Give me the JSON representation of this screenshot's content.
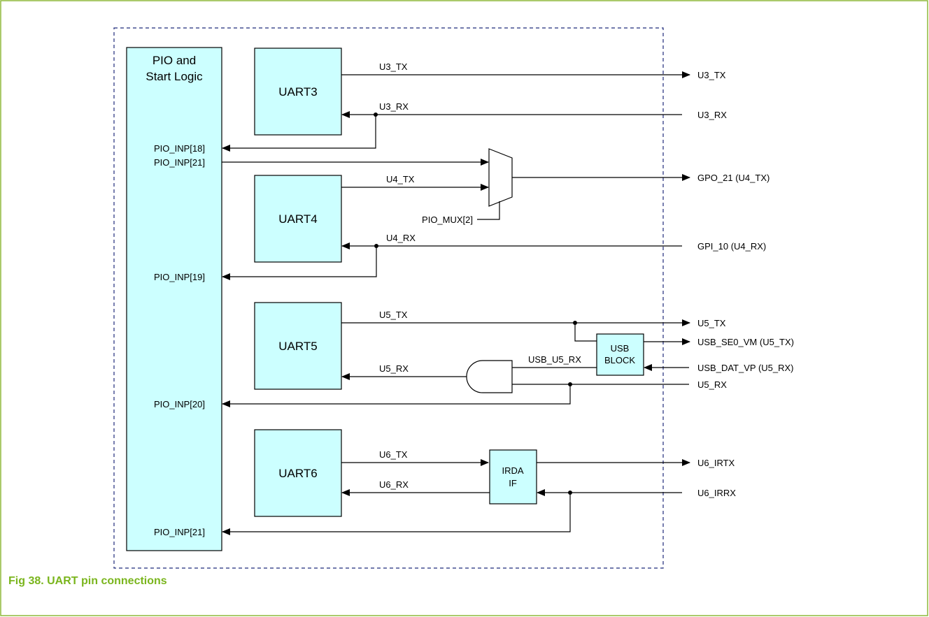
{
  "colors": {
    "frame": "#8db93a",
    "block_fill": "#ccffff",
    "dashed_border": "#1f2a7a",
    "caption": "#7ab51d"
  },
  "caption": "Fig 38.  UART pin connections",
  "blocks": {
    "pio_line1": "PIO and",
    "pio_line2": "Start Logic",
    "uart3": "UART3",
    "uart4": "UART4",
    "uart5": "UART5",
    "uart6": "UART6",
    "usb_line1": "USB",
    "usb_line2": "BLOCK",
    "irda_line1": "IRDA",
    "irda_line2": "IF"
  },
  "pio_inputs": {
    "inp18": "PIO_INP[18]",
    "inp21_top": "PIO_INP[21]",
    "inp19": "PIO_INP[19]",
    "inp20": "PIO_INP[20]",
    "inp21_bottom": "PIO_INP[21]"
  },
  "signals": {
    "u3_tx": "U3_TX",
    "u3_rx": "U3_RX",
    "u4_tx": "U4_TX",
    "pio_mux": "PIO_MUX[2]",
    "u4_rx": "U4_RX",
    "u5_tx": "U5_TX",
    "usb_u5_rx": "USB_U5_RX",
    "u5_rx": "U5_RX",
    "u6_tx": "U6_TX",
    "u6_rx": "U6_RX"
  },
  "pins": {
    "u3_tx": "U3_TX",
    "u3_rx": "U3_RX",
    "gpo_21": "GPO_21  (U4_TX)",
    "gpi_10": "GPI_10  (U4_RX)",
    "u5_tx": "U5_TX",
    "usb_se0_vm": "USB_SE0_VM  (U5_TX)",
    "usb_dat_vp": "USB_DAT_VP  (U5_RX)",
    "u5_rx": "U5_RX",
    "u6_irtx": "U6_IRTX",
    "u6_irrx": "U6_IRRX"
  }
}
